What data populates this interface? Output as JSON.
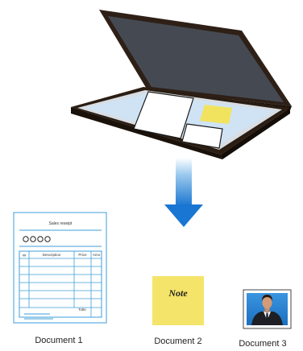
{
  "receipt": {
    "title": "Sales reseipt",
    "circles": "○○○○",
    "columns": [
      "qty",
      "Description",
      "Price",
      "Amo"
    ],
    "total_label": "Totle"
  },
  "note": {
    "text": "Note"
  },
  "captions": [
    "Document 1",
    "Document 2",
    "Document 3"
  ],
  "colors": {
    "scanner_body": "#2b1d12",
    "scanner_lid": "#2e2017",
    "glass": "#cfe3f5",
    "arrow": "#1976d2",
    "receipt_lines": "#3c9ed8",
    "sticky_note": "#f5e46a",
    "photo_bg": "#1e7fd0"
  },
  "icons": [
    "flatbed-scanner-icon",
    "down-arrow-icon",
    "receipt-icon",
    "sticky-note-icon",
    "portrait-photo-icon"
  ]
}
